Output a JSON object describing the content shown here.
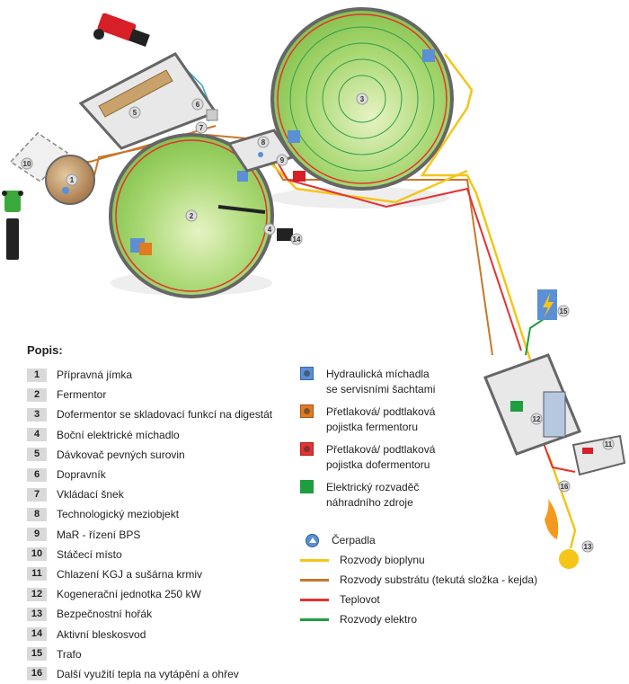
{
  "legend": {
    "title": "Popis:",
    "items": [
      {
        "num": "1",
        "text": "Přípravná jímka"
      },
      {
        "num": "2",
        "text": "Fermentor"
      },
      {
        "num": "3",
        "text": "Dofermentor se skladovací funkcí na digestát"
      },
      {
        "num": "4",
        "text": "Boční elektrické míchadlo"
      },
      {
        "num": "5",
        "text": "Dávkovač pevných surovin"
      },
      {
        "num": "6",
        "text": "Dopravník"
      },
      {
        "num": "7",
        "text": "Vkládací šnek"
      },
      {
        "num": "8",
        "text": "Technologický meziobjekt"
      },
      {
        "num": "9",
        "text": "MaR - řízení BPS"
      },
      {
        "num": "10",
        "text": "Stáčecí místo"
      },
      {
        "num": "11",
        "text": "Chlazení KGJ a sušárna krmiv"
      },
      {
        "num": "12",
        "text": "Kogenerační jednotka 250 kW"
      },
      {
        "num": "13",
        "text": "Bezpečnostní hořák"
      },
      {
        "num": "14",
        "text": "Aktivní bleskosvod"
      },
      {
        "num": "15",
        "text": "Trafo"
      },
      {
        "num": "16",
        "text": "Další využití tepla na vytápění a ohřev"
      }
    ],
    "symbols": [
      {
        "line1": "Hydraulická míchadla",
        "line2": "se servisními šachtami",
        "color": "#5b8fd6"
      },
      {
        "line1": "Přetlaková/ podtlaková",
        "line2": "pojistka fermentoru",
        "color": "#e07b22"
      },
      {
        "line1": "Přetlaková/ podtlaková",
        "line2": "pojistka dofermentoru",
        "color": "#e53131"
      },
      {
        "line1": "Elektrický rozvaděč",
        "line2": "náhradního zdroje",
        "color": "#1e9e3e"
      }
    ],
    "pumps": "Čerpadla",
    "lines": [
      {
        "text": "Rozvody bioplynu",
        "color": "#f5c518"
      },
      {
        "text": "Rozvody substrátu (tekutá složka - kejda)",
        "color": "#c8772a"
      },
      {
        "text": "Teplovot",
        "color": "#e53131"
      },
      {
        "text": "Rozvody elektro",
        "color": "#1e9e3e"
      }
    ]
  },
  "diagram_labels": {
    "n1": "1",
    "n2": "2",
    "n3": "3",
    "n4": "4",
    "n5": "5",
    "n6": "6",
    "n7": "7",
    "n8": "8",
    "n9": "9",
    "n10": "10",
    "n11": "11",
    "n12": "12",
    "n13": "13",
    "n14": "14",
    "n15a": "15",
    "n16": "16"
  }
}
